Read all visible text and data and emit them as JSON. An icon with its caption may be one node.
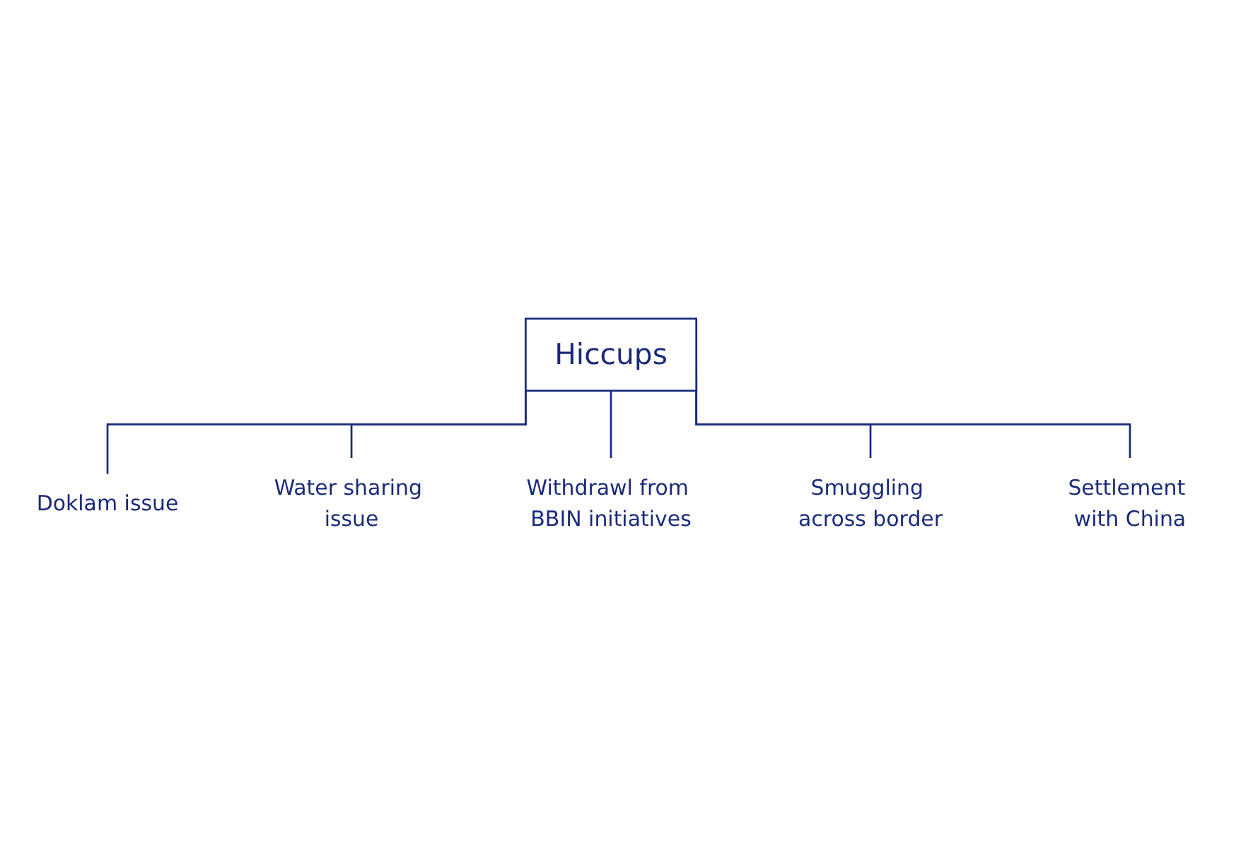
{
  "diagram": {
    "nodes": [
      {
        "text": [
          "Hiccups"
        ]
      },
      {
        "text": [
          "Doklam issue"
        ]
      },
      {
        "text": [
          "Water sharing issue"
        ]
      },
      {
        "text": [
          "Withdrawl from BBIN initiatives"
        ]
      },
      {
        "text": [
          "Smuggling across border"
        ]
      },
      {
        "text": [
          "Settlement with China"
        ]
      }
    ],
    "edges": [
      {
        "from": 0,
        "to": 1,
        "arrow": "none"
      },
      {
        "from": 0,
        "to": 2,
        "arrow": "none"
      },
      {
        "from": 0,
        "to": 3,
        "arrow": "none"
      },
      {
        "from": 0,
        "to": 4,
        "arrow": "none"
      },
      {
        "from": 0,
        "to": 5,
        "arrow": "none"
      }
    ]
  }
}
